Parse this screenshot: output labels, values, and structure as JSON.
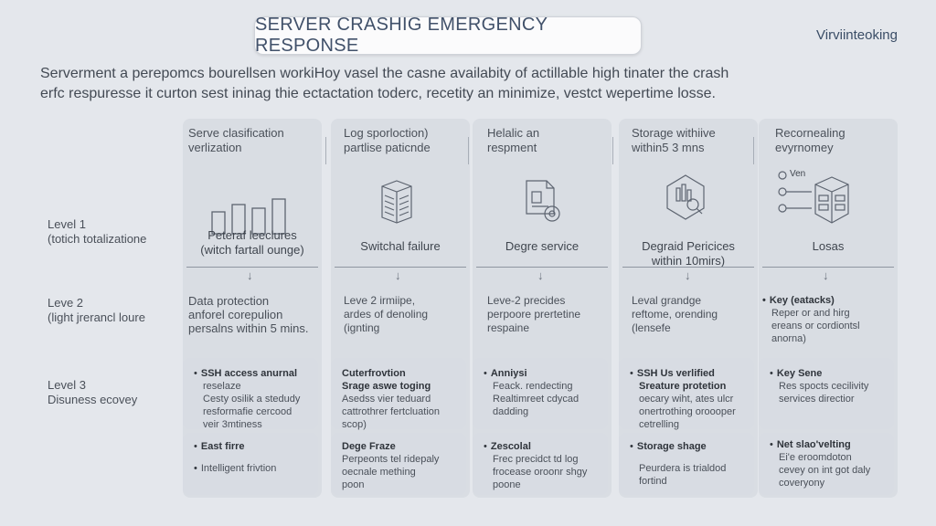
{
  "header": {
    "title": "SERVER CRASHIG EMERGENCY RESPONSE",
    "brand": "Virviinteoking"
  },
  "intro": {
    "line1": "Serverment a perepomcs bourellsen workiHoy vasel the casne availabity of actillable high tinater the crash",
    "line2": "erfc respuresse it curton sest ininag thie ectactation toderc, recetity an minimize, vestct wepertime losse."
  },
  "levels": [
    {
      "title": "Level 1",
      "subtitle": "(totich totalizatione"
    },
    {
      "title": "Leve 2",
      "subtitle": "(light jrerancl loure"
    },
    {
      "title": "Level 3",
      "subtitle": "Disuness ecovey"
    }
  ],
  "columns": [
    {
      "header": [
        "Serve clasification",
        "verlization"
      ],
      "icon": "server-bars-icon",
      "level1": [
        "Peteraf leeclures",
        "(witch fartall ounge)"
      ],
      "level2": [
        "Data protection",
        "anforel corepulion",
        "persalns within 5 mins."
      ],
      "card_top": [
        {
          "title": "SSH access anurnal",
          "lines": [
            "reselaze",
            "Cesty osilik a stedudy",
            "resformafie cercood",
            "veir 3mtiness"
          ]
        }
      ],
      "card_bot": [
        {
          "title": "East firre",
          "lines": []
        },
        {
          "title": "Intelligent frivtion",
          "lines": []
        }
      ]
    },
    {
      "header": [
        "Log sporloction)",
        "partlise paticnde"
      ],
      "icon": "server-rack-icon",
      "level1": [
        "Switchal failure"
      ],
      "level2": [
        "Leve 2 irmiipe,",
        "ardes of denoling",
        "(ignting"
      ],
      "card_top": [
        {
          "title": "Cuterfrovtion",
          "lines": [
            "Srage aswe toging",
            "Asedss vier teduard",
            "cattrothrer fertcluation",
            "scop)"
          ]
        }
      ],
      "card_bot": [
        {
          "title": "Dege Fraze",
          "lines": [
            "Perpeonts tel ridepaly",
            "oecnale mething",
            "poon"
          ]
        }
      ]
    },
    {
      "header": [
        "Helalic an",
        "respment"
      ],
      "icon": "document-gear-icon",
      "level1": [
        "Degre service"
      ],
      "level2": [
        "Leve-2 precides",
        "perpoore prertetine",
        "respaine"
      ],
      "card_top": [
        {
          "title": "Anniysi",
          "lines": [
            "Feack. rendecting",
            "Realtimreet cdycad",
            "dadding"
          ]
        }
      ],
      "card_bot": [
        {
          "title": "Zescolal",
          "lines": [
            "Frec precidct td log",
            "frocease oroonr shgy",
            "poone"
          ]
        }
      ]
    },
    {
      "header": [
        "Storage withiive",
        "within5 3 mns"
      ],
      "icon": "magnifier-chart-icon",
      "level1": [
        "Degraid Pericices",
        "within 10mirs)"
      ],
      "level2": [
        "Leval grandge",
        "reftome, orending",
        "(lensefe"
      ],
      "card_top": [
        {
          "title": "SSH Us verlified",
          "lines": [
            "Sreature protetion",
            "oecary wiht, ates ulcr",
            "onertrothing oroooper",
            "cetrelling"
          ]
        }
      ],
      "card_bot": [
        {
          "title": "Storage shage",
          "lines": [
            "Peurdera is trialdod",
            "fortind"
          ]
        }
      ]
    },
    {
      "header": [
        "Recornealing",
        "evyrnomey"
      ],
      "icon": "server-cube-icon",
      "icon_labels": [
        "Ven",
        "",
        ""
      ],
      "level1": [
        "Losas"
      ],
      "level2_title": "Key (eatacks)",
      "level2": [
        "Reper or and hirg",
        "ereans or cordiontsl",
        "anorna)"
      ],
      "card_top": [
        {
          "title": "Key Sene",
          "lines": [
            "Res spocts cecilivity",
            "services directior"
          ]
        }
      ],
      "card_bot": [
        {
          "title": "Net slao'velting",
          "lines": [
            "Ei'e eroomdoton",
            "cevey on int got daly",
            "coveryony"
          ]
        }
      ]
    }
  ]
}
